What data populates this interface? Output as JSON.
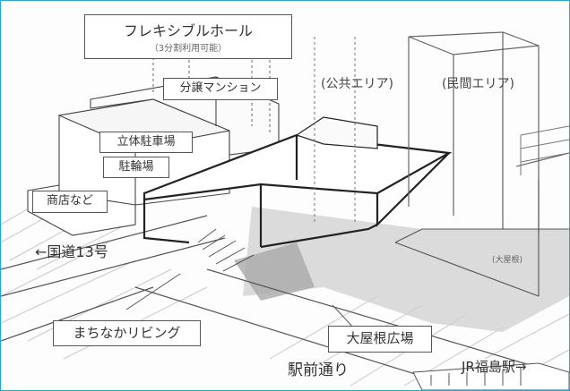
{
  "labels": {
    "flexible_hall": "フレキシブルホール",
    "flexible_hall_note": "（3分割利用可能）",
    "condominium": "分譲マンション",
    "parking_garage": "立体駐車場",
    "bicycle_parking": "駐輪場",
    "shops": "商店など",
    "public_area": "(公共エリア)",
    "private_area": "(民間エリア)",
    "route13": "←国道13号",
    "machinaka_living": "まちなかリビング",
    "plaza": "大屋根広場",
    "station_street": "駅前通り",
    "jr_station": "JR福島駅→",
    "big_roof": "(大屋根)"
  },
  "colors": {
    "frame_border": "#2aa6d6",
    "line": "#333333",
    "shade": "#bdbdbd"
  }
}
